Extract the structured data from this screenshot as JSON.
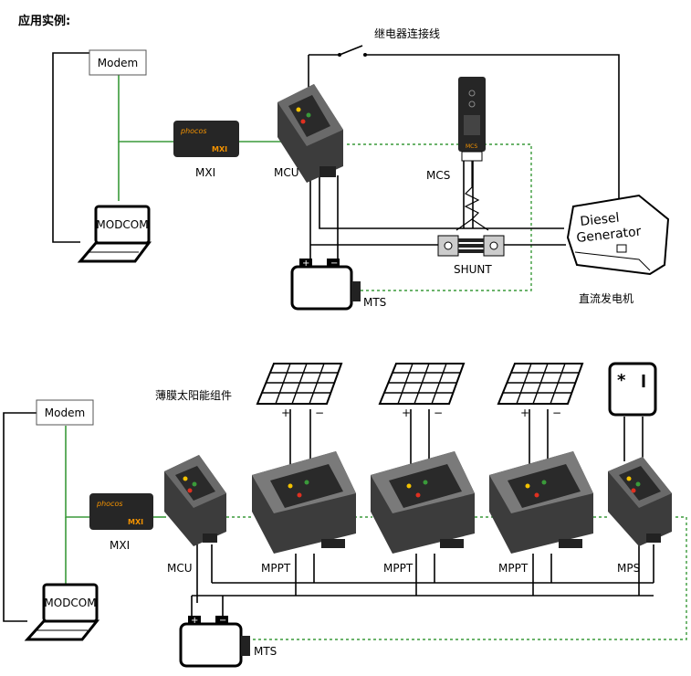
{
  "heading": "应用实例:",
  "top": {
    "relay_label": "继电器连接线",
    "modem": "Modem",
    "modcom": "MODCOM",
    "mxi": "MXI",
    "mcu": "MCU",
    "mcs": "MCS",
    "shunt": "SHUNT",
    "mts": "MTS",
    "generator_line1": "Diesel",
    "generator_line2": "Generator",
    "generator_caption": "直流发电机",
    "brand": "phocos",
    "device_tag": "MXI"
  },
  "bottom": {
    "thin_film_label": "薄膜太阳能组件",
    "modem": "Modem",
    "modcom": "MODCOM",
    "mxi": "MXI",
    "mcu": "MCU",
    "mppt1": "MPPT",
    "mppt2": "MPPT",
    "mppt3": "MPPT",
    "mps": "MPS",
    "mts": "MTS",
    "plus": "+",
    "minus": "−",
    "brand": "phocos",
    "device_tag": "MXI"
  },
  "colors": {
    "data_line": "#3a9a3a",
    "accent": "#f39200",
    "device": "#3c3c3c"
  }
}
